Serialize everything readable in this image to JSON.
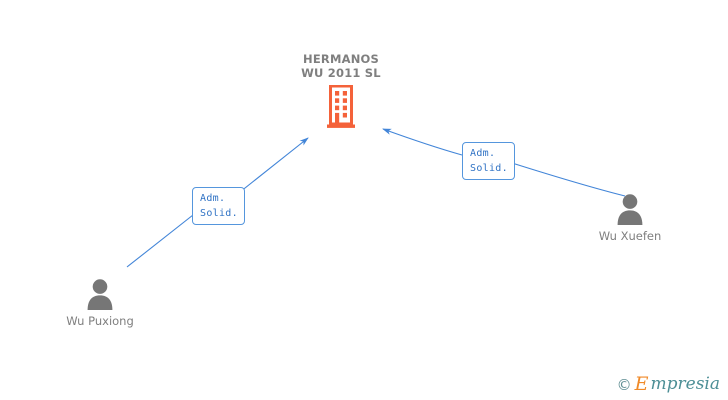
{
  "graph": {
    "background_color": "#ffffff",
    "company": {
      "name_line1": "HERMANOS",
      "name_line2": "WU 2011 SL",
      "name": "HERMANOS\nWU 2011 SL",
      "icon": "building-icon",
      "icon_color": "#f4623a",
      "text_color": "#7f7f7f"
    },
    "persons": [
      {
        "name": "Wu Puxiong",
        "icon": "person-icon",
        "icon_color": "#767676",
        "text_color": "#7f7f7f",
        "position": "bottom-left"
      },
      {
        "name": "Wu Xuefen",
        "icon": "person-icon",
        "icon_color": "#767676",
        "text_color": "#7f7f7f",
        "position": "right"
      }
    ],
    "relations": [
      {
        "label_line1": "Adm.",
        "label_line2": "Solid.",
        "label": "Adm.\nSolid.",
        "from": "Wu Puxiong",
        "to": "HERMANOS WU 2011 SL",
        "edge_color": "#4285d8",
        "label_border_color": "#5596dd",
        "label_text_color": "#2f72c4"
      },
      {
        "label_line1": "Adm.",
        "label_line2": "Solid.",
        "label": "Adm.\nSolid.",
        "from": "Wu Xuefen",
        "to": "HERMANOS WU 2011 SL",
        "edge_color": "#4285d8",
        "label_border_color": "#5596dd",
        "label_text_color": "#2f72c4"
      }
    ]
  },
  "watermark": {
    "copyright": "©",
    "brand_initial": "E",
    "brand_rest": "mpresia",
    "brand": "Empresia",
    "copy_color": "#5f8e93",
    "initial_color": "#f08a28",
    "rest_color": "#4d8f96"
  }
}
